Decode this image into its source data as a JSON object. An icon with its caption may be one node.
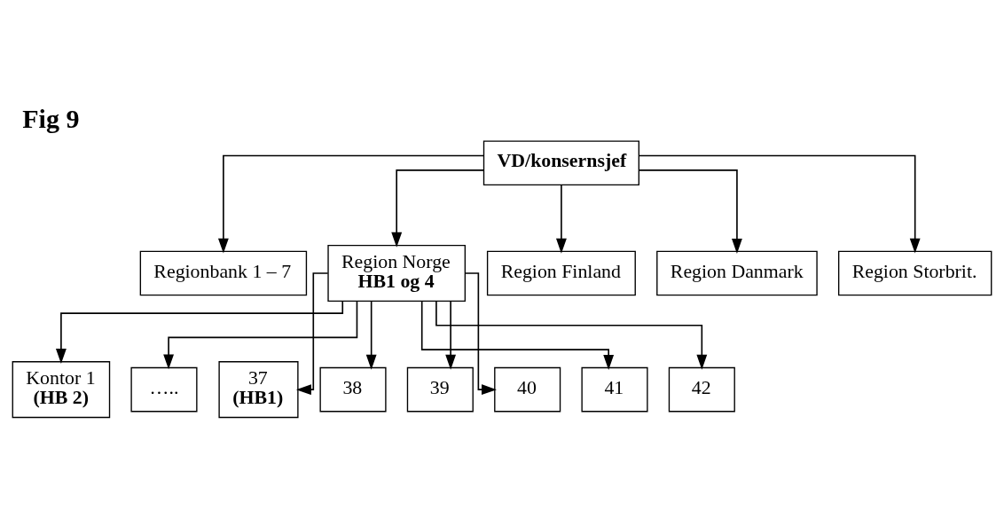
{
  "diagram": {
    "title": "Fig 9",
    "nodes": [
      {
        "text": [
          "VD/konsernsjef"
        ]
      },
      {
        "text": [
          "Regionbank 1 – 7"
        ]
      },
      {
        "text": [
          "Region Norge",
          "HB1 og 4"
        ]
      },
      {
        "text": [
          "Region Finland"
        ]
      },
      {
        "text": [
          "Region Danmark"
        ]
      },
      {
        "text": [
          "Region Storbrit."
        ]
      },
      {
        "text": [
          "Kontor 1",
          "(HB 2)"
        ]
      },
      {
        "text": [
          "….."
        ]
      },
      {
        "text": [
          "37",
          "(HB1)"
        ]
      },
      {
        "text": [
          "38"
        ]
      },
      {
        "text": [
          "39"
        ]
      },
      {
        "text": [
          "40"
        ]
      },
      {
        "text": [
          "41"
        ]
      },
      {
        "text": [
          "42"
        ]
      }
    ],
    "edges": [
      {
        "from": 0,
        "to": 1,
        "arrow": "to"
      },
      {
        "from": 0,
        "to": 2,
        "arrow": "to"
      },
      {
        "from": 0,
        "to": 3,
        "arrow": "to"
      },
      {
        "from": 0,
        "to": 4,
        "arrow": "to"
      },
      {
        "from": 0,
        "to": 5,
        "arrow": "to"
      },
      {
        "from": 2,
        "to": 6,
        "arrow": "to"
      },
      {
        "from": 2,
        "to": 7,
        "arrow": "to"
      },
      {
        "from": 2,
        "to": 8,
        "arrow": "to"
      },
      {
        "from": 2,
        "to": 9,
        "arrow": "to"
      },
      {
        "from": 2,
        "to": 10,
        "arrow": "to"
      },
      {
        "from": 2,
        "to": 11,
        "arrow": "to"
      },
      {
        "from": 2,
        "to": 12,
        "arrow": "to"
      },
      {
        "from": 2,
        "to": 13,
        "arrow": "to"
      }
    ]
  }
}
